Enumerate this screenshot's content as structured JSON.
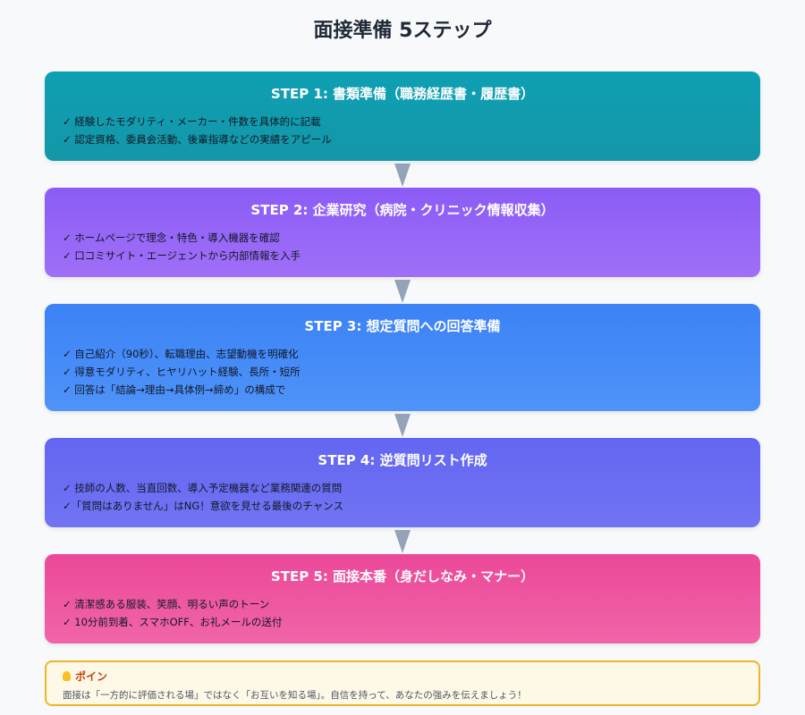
{
  "title": "面接準備 5ステップ",
  "steps": [
    {
      "title": "STEP 1: 書類準備（職務経歴書・履歴書）",
      "color": "#0ea0b3",
      "items": [
        "✓ 経験したモダリティ・メーカー・件数を具体的に記載",
        "✓ 認定資格、委員会活動、後輩指導などの実績をアピール"
      ]
    },
    {
      "title": "STEP 2: 企業研究（病院・クリニック情報収集）",
      "color": "#8b5cf6",
      "items": [
        "✓ ホームページで理念・特色・導入機器を確認",
        "✓ 口コミサイト・エージェントから内部情報を入手"
      ]
    },
    {
      "title": "STEP 3: 想定質問への回答準備",
      "color": "#3b82f6",
      "items": [
        "✓ 自己紹介（90秒）、転職理由、志望動機を明確化",
        "✓ 得意モダリティ、ヒヤリハット経験、長所・短所",
        "✓ 回答は「結論→理由→具体例→締め」の構成で"
      ]
    },
    {
      "title": "STEP 4: 逆質問リスト作成",
      "color": "#6366f1",
      "items": [
        "✓ 技師の人数、当直回数、導入予定機器など業務関連の質問",
        "✓「質問はありません」はNG！意欲を見せる最後のチャンス"
      ]
    },
    {
      "title": "STEP 5: 面接本番（身だしなみ・マナー）",
      "color": "#ec4899",
      "items": [
        "✓ 清潔感ある服装、笑顔、明るい声のトーン",
        "✓ 10分前到着、スマホOFF、お礼メールの送付"
      ]
    }
  ],
  "tip": {
    "icon": "lightbulb-icon",
    "heading": "ポイン",
    "body": "面接は「一方的に評価される場」ではなく「お互いを知る場」。自信を持って、あなたの強みを伝えましょう！",
    "border_color": "#f0b429"
  }
}
